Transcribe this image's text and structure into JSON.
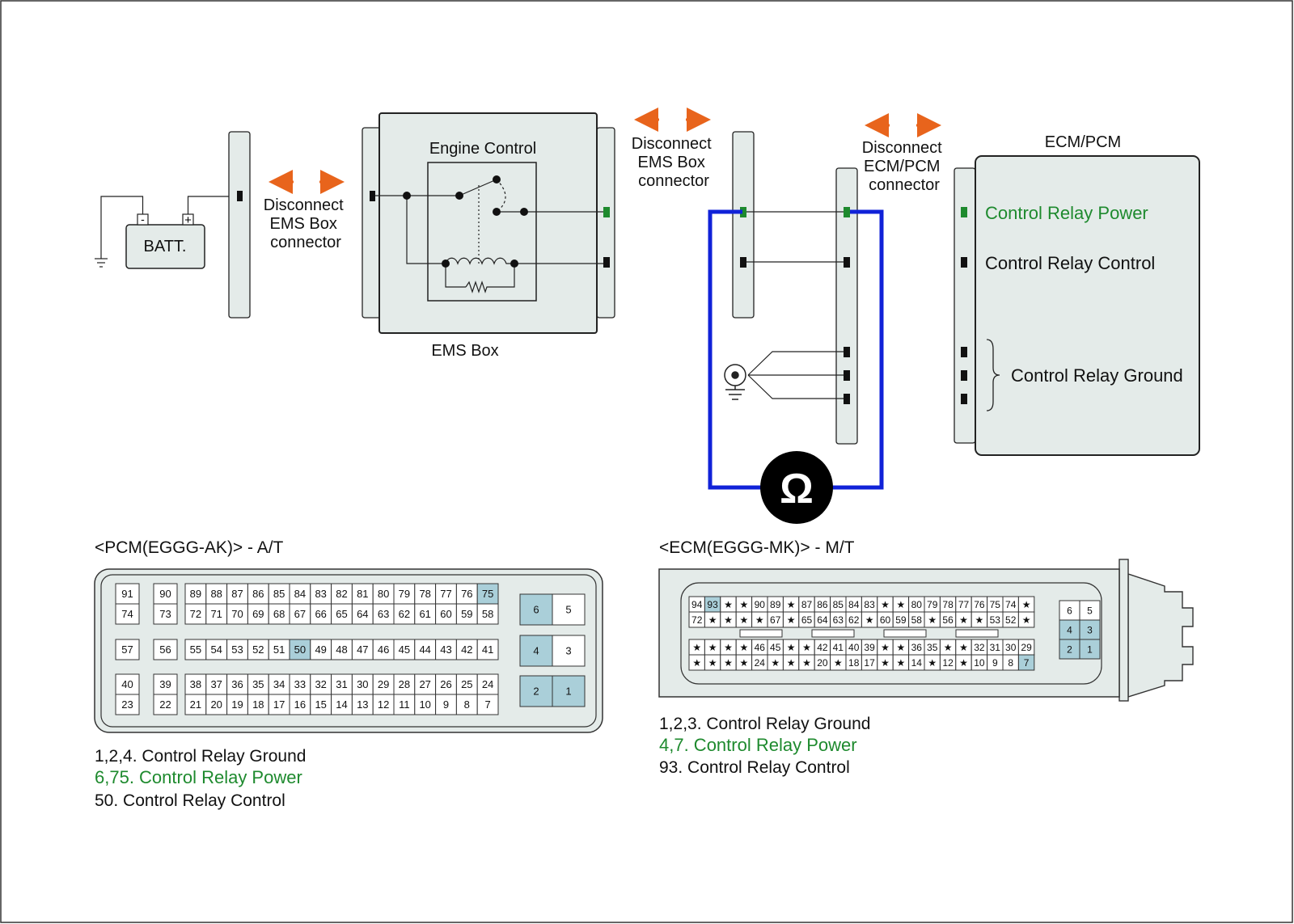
{
  "colors": {
    "highlight_pin": "#aacfd9",
    "power_green": "#1e8a2e",
    "measure_wire": "#1022d8",
    "disconnect_arrow": "#e8641c",
    "panel_fill": "#e4ebe9"
  },
  "circuit": {
    "battery_label": "BATT.",
    "battery_minus": "-",
    "battery_plus": "+",
    "ems_box_label": "EMS Box",
    "engine_control_label": "Engine Control",
    "disconnect_ems_1": [
      "Disconnect",
      "EMS Box",
      "connector"
    ],
    "disconnect_ems_2": [
      "Disconnect",
      "EMS Box",
      "connector"
    ],
    "disconnect_ecm": [
      "Disconnect",
      "ECM/PCM",
      "connector"
    ],
    "ecm_title": "ECM/PCM",
    "ecm_power": "Control Relay Power",
    "ecm_control": "Control Relay Control",
    "ecm_ground": "Control Relay Ground",
    "meter_symbol": "Ω"
  },
  "pcm": {
    "title": "<PCM(EGGG-AK)> - A/T",
    "legend_ground": "1,2,4. Control Relay Ground",
    "legend_power": "6,75. Control Relay Power",
    "legend_control": "50. Control Relay Control",
    "left_pairs": [
      [
        "91",
        "74"
      ],
      [
        "57",
        ""
      ],
      [
        "40",
        "23"
      ]
    ],
    "mid_pairs": [
      [
        "90",
        "73"
      ],
      [
        "56",
        ""
      ],
      [
        "39",
        "22"
      ]
    ],
    "row1": [
      "89",
      "88",
      "87",
      "86",
      "85",
      "84",
      "83",
      "82",
      "81",
      "80",
      "79",
      "78",
      "77",
      "76",
      "75"
    ],
    "row2": [
      "72",
      "71",
      "70",
      "69",
      "68",
      "67",
      "66",
      "65",
      "64",
      "63",
      "62",
      "61",
      "60",
      "59",
      "58"
    ],
    "row3": [
      "55",
      "54",
      "53",
      "52",
      "51",
      "50",
      "49",
      "48",
      "47",
      "46",
      "45",
      "44",
      "43",
      "42",
      "41"
    ],
    "row4": [
      "38",
      "37",
      "36",
      "35",
      "34",
      "33",
      "32",
      "31",
      "30",
      "29",
      "28",
      "27",
      "26",
      "25",
      "24"
    ],
    "row5": [
      "21",
      "20",
      "19",
      "18",
      "17",
      "16",
      "15",
      "14",
      "13",
      "12",
      "11",
      "10",
      "9",
      "8",
      "7"
    ],
    "right_pins": [
      [
        "6",
        "5"
      ],
      [
        "4",
        "3"
      ],
      [
        "2",
        "1"
      ]
    ],
    "highlighted": [
      "75",
      "50",
      "6",
      "4",
      "2",
      "1"
    ]
  },
  "ecm": {
    "title": "<ECM(EGGG-MK)> - M/T",
    "legend_ground": "1,2,3. Control Relay Ground",
    "legend_power": "4,7. Control Relay Power",
    "legend_control": "93. Control Relay Control",
    "top_row1": [
      "94",
      "93",
      "★",
      "★",
      "90",
      "89",
      "★",
      "87",
      "86",
      "85",
      "84",
      "83",
      "★",
      "★",
      "80",
      "79",
      "78",
      "77",
      "76",
      "75",
      "74",
      "★"
    ],
    "top_row2": [
      "72",
      "★",
      "★",
      "★",
      "★",
      "67",
      "★",
      "65",
      "64",
      "63",
      "62",
      "★",
      "60",
      "59",
      "58",
      "★",
      "56",
      "★",
      "★",
      "53",
      "52",
      "★"
    ],
    "bot_row1": [
      "★",
      "★",
      "★",
      "★",
      "46",
      "45",
      "★",
      "★",
      "42",
      "41",
      "40",
      "39",
      "★",
      "★",
      "36",
      "35",
      "★",
      "★",
      "32",
      "31",
      "30",
      "29"
    ],
    "bot_row2": [
      "★",
      "★",
      "★",
      "★",
      "24",
      "★",
      "★",
      "★",
      "20",
      "★",
      "18",
      "17",
      "★",
      "★",
      "14",
      "★",
      "12",
      "★",
      "10",
      "9",
      "8",
      "7"
    ],
    "right_pins": [
      [
        "6",
        "5"
      ],
      [
        "4",
        "3"
      ],
      [
        "2",
        "1"
      ]
    ],
    "highlighted": [
      "93",
      "7",
      "4",
      "3",
      "2",
      "1"
    ]
  }
}
